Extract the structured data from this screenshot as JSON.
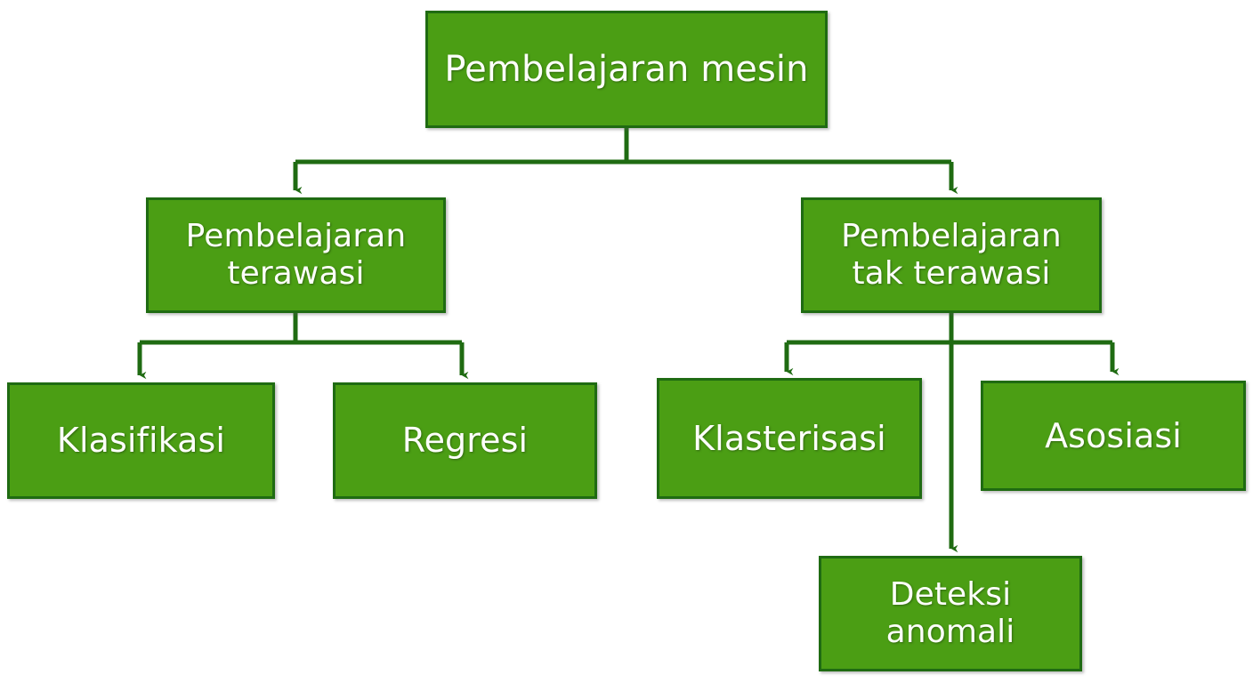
{
  "diagram": {
    "title": "Pembelajaran mesin",
    "type": "tree-flowchart",
    "colors": {
      "node_fill": "#4b9e14",
      "node_border": "#1f6b12",
      "connector": "#1f6b12",
      "label_text": "#fdfffa",
      "background": "#ffffff"
    },
    "nodes": {
      "root": {
        "label": "Pembelajaran mesin"
      },
      "supervised": {
        "label": "Pembelajaran\nterawasi"
      },
      "unsupervised": {
        "label": "Pembelajaran\ntak terawasi"
      },
      "classification": {
        "label": "Klasifikasi"
      },
      "regression": {
        "label": "Regresi"
      },
      "clustering": {
        "label": "Klasterisasi"
      },
      "association": {
        "label": "Asosiasi"
      },
      "anomaly": {
        "label": "Deteksi\nanomali"
      }
    },
    "edges": [
      {
        "from": "root",
        "to": "supervised"
      },
      {
        "from": "root",
        "to": "unsupervised"
      },
      {
        "from": "supervised",
        "to": "classification"
      },
      {
        "from": "supervised",
        "to": "regression"
      },
      {
        "from": "unsupervised",
        "to": "clustering"
      },
      {
        "from": "unsupervised",
        "to": "association"
      },
      {
        "from": "unsupervised",
        "to": "anomaly"
      }
    ]
  }
}
